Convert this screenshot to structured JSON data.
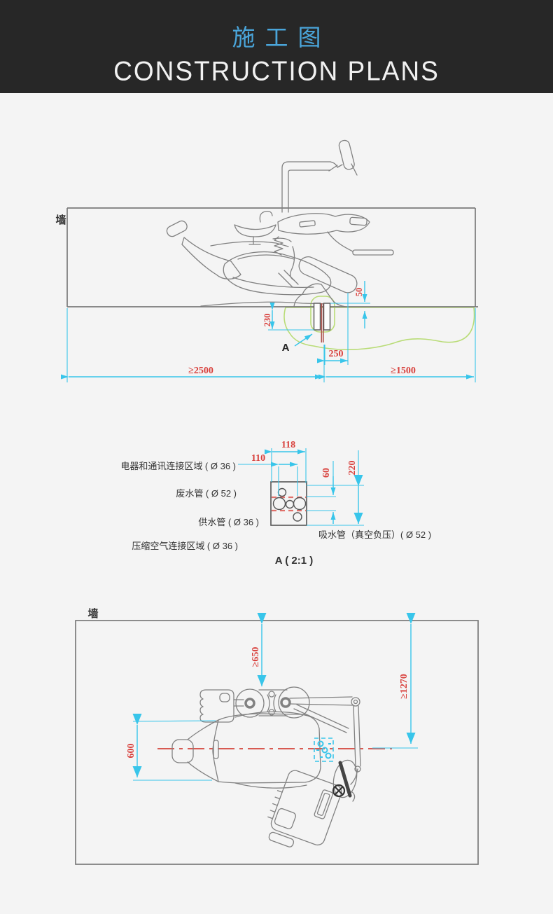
{
  "header": {
    "title_cn": "施工图",
    "title_en": "CONSTRUCTION PLANS"
  },
  "side_view": {
    "wall_label": "墙",
    "detail_marker": "A",
    "dim_50": "50",
    "dim_230": "230",
    "dim_250": "250",
    "dim_2500": "≥2500",
    "dim_1500": "≥1500"
  },
  "detail_a": {
    "caption": "A ( 2:1 )",
    "dim_118": "118",
    "dim_110": "110",
    "dim_60": "60",
    "dim_220": "220",
    "label_electrical": "电器和通讯连接区域 ( Ø 36 )",
    "label_waste": "废水管 ( Ø 52 )",
    "label_supply": "供水管 ( Ø 36 )",
    "label_air": "压缩空气连接区域 ( Ø 36 )",
    "label_suction": "吸水管（真空负压）( Ø 52 )"
  },
  "top_view": {
    "wall_label": "墙",
    "dim_650": "≥650",
    "dim_1270": "≥1270",
    "dim_600": "600"
  },
  "colors": {
    "header_bg": "#272727",
    "accent_blue": "#4aa5da",
    "dimension_cyan": "#38c5ea",
    "dimension_red": "#d8403c",
    "line_gray": "#818181",
    "zone_green": "#9bcc45",
    "pipe_red": "#b0554e",
    "centerline_red": "#d85a52"
  }
}
